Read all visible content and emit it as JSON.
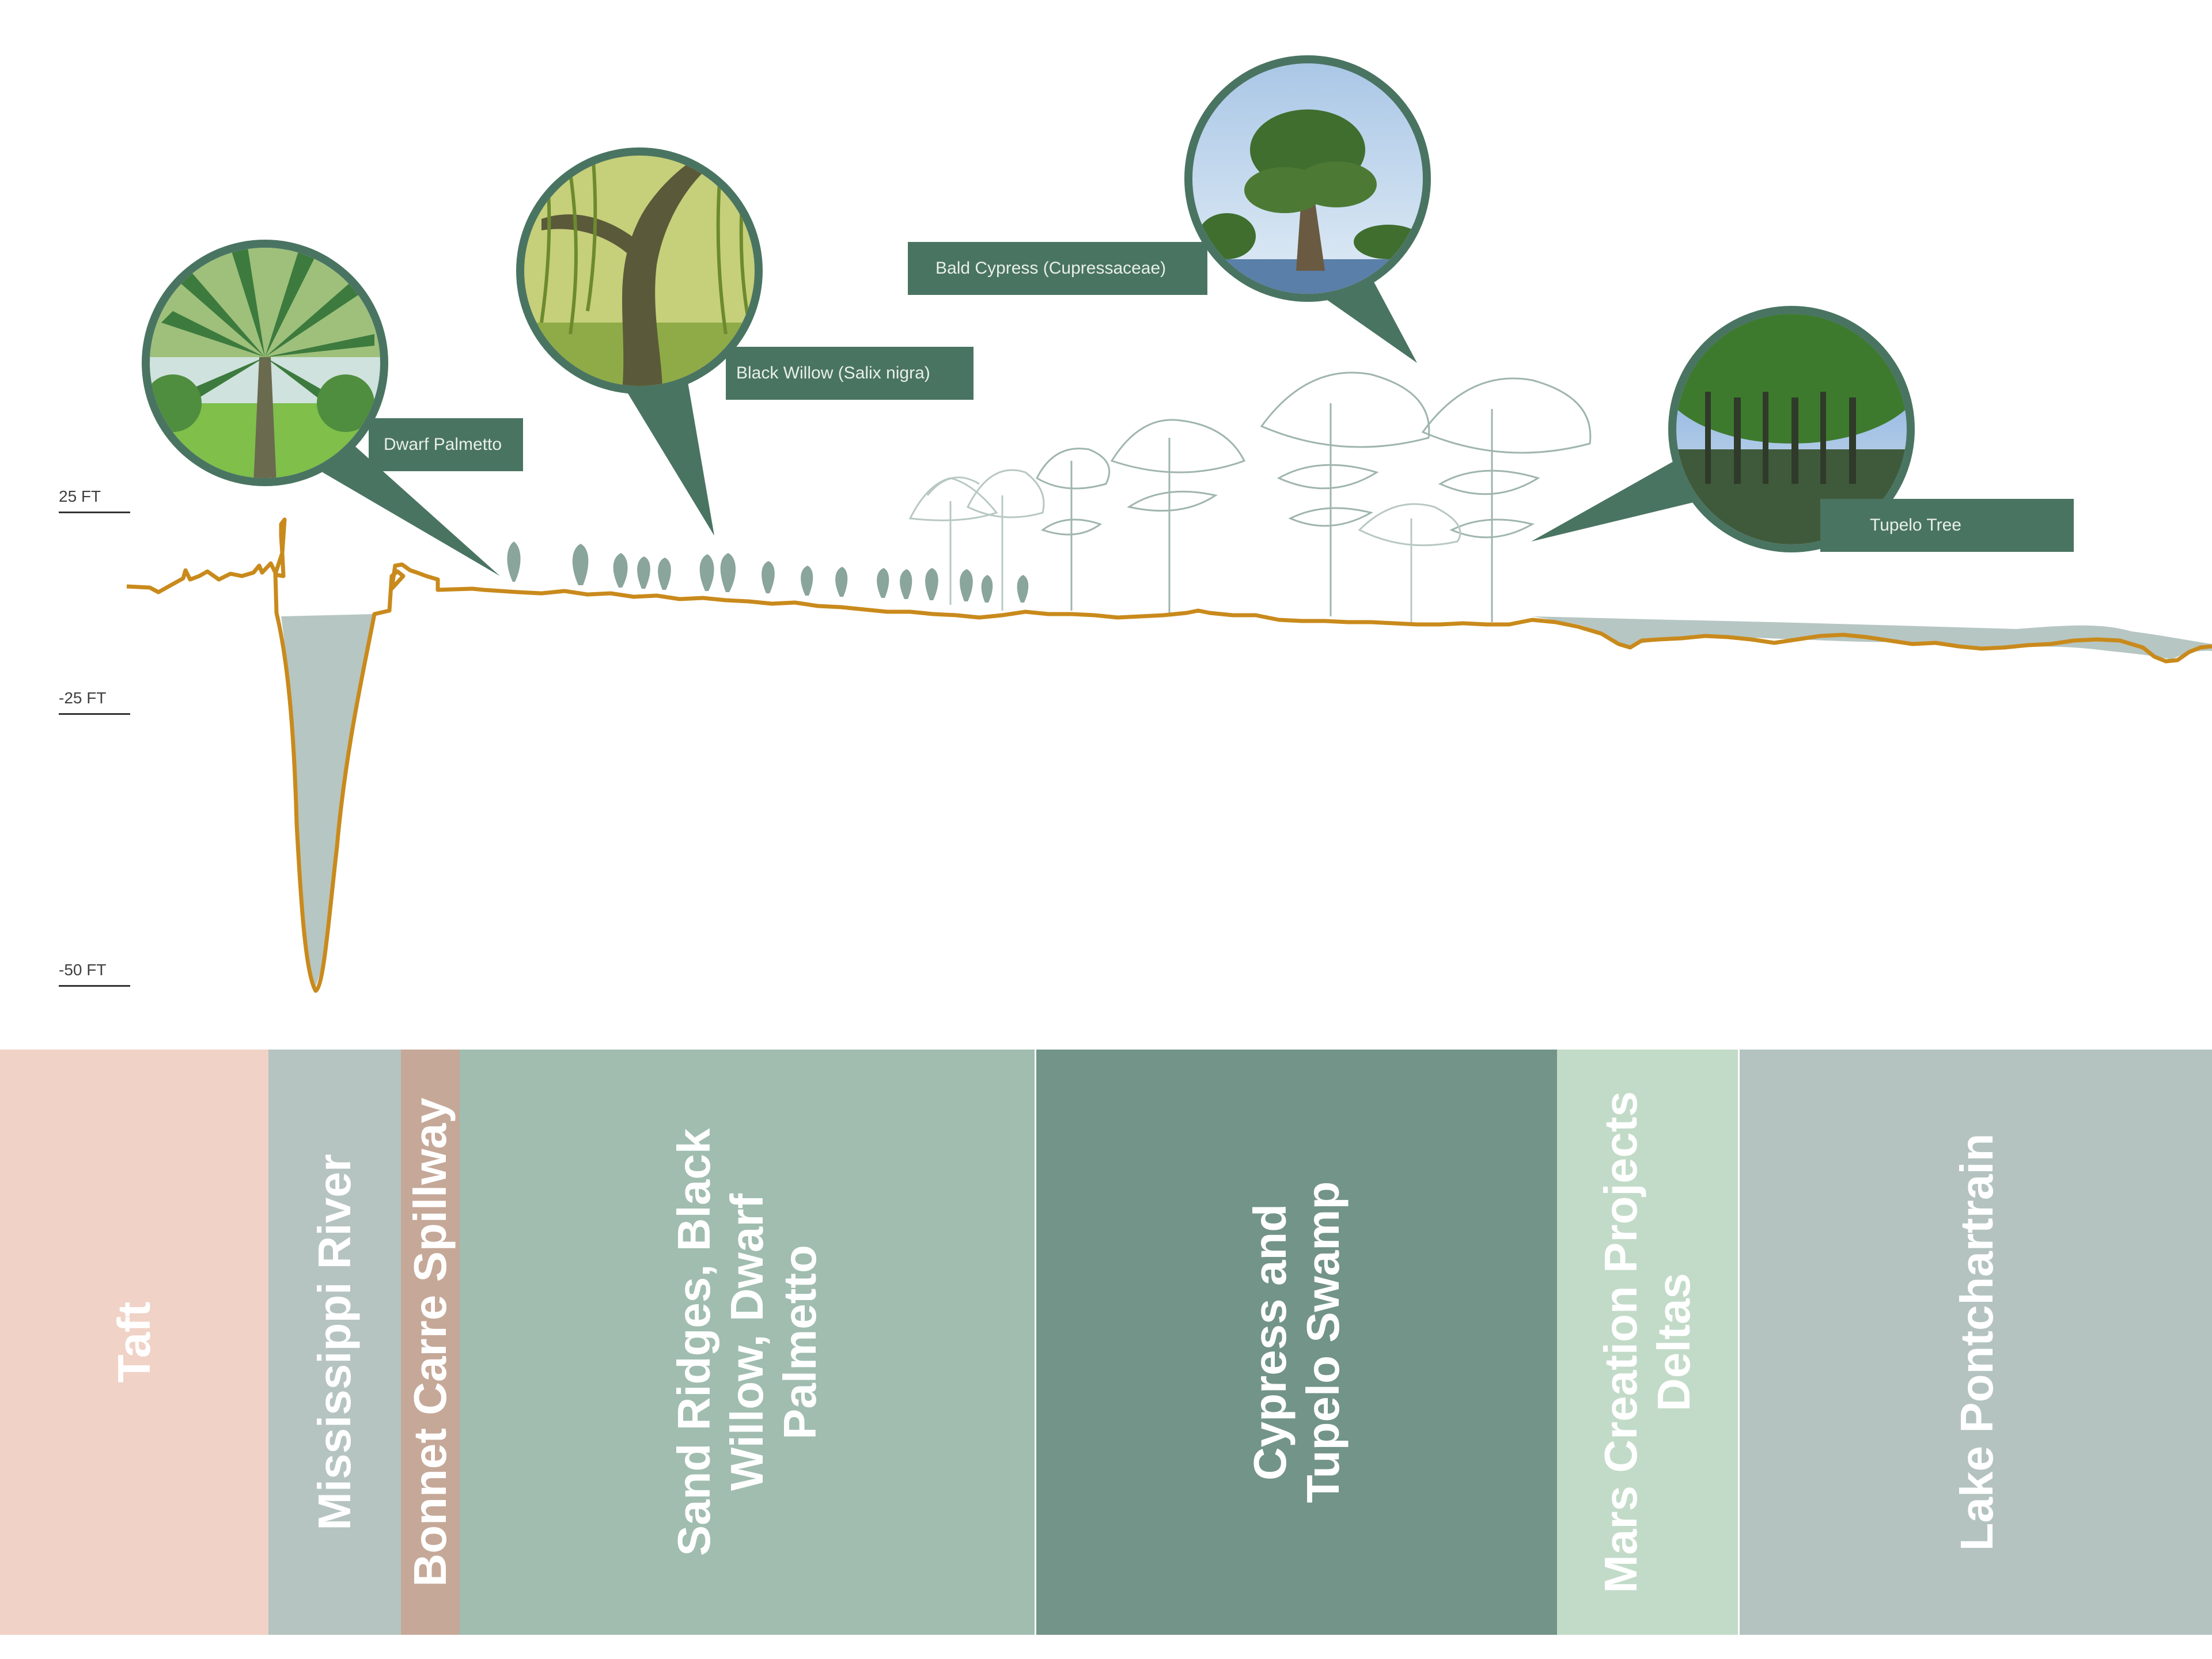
{
  "scale": {
    "top": "25 FT",
    "mid": "-25 FT",
    "bottom": "-50 FT"
  },
  "callouts": {
    "dwarf_palmetto": "Dwarf Palmetto",
    "black_willow": "Black Willow  (Salix nigra)",
    "bald_cypress": "Bald Cypress (Cupressaceae)",
    "tupelo": "Tupelo Tree"
  },
  "zones": [
    {
      "id": "taft",
      "label": "Taft",
      "color": "#f0d2c6"
    },
    {
      "id": "mississippi",
      "label": "Mississippi River",
      "color": "#b6c4c1"
    },
    {
      "id": "bonnet",
      "label": "Bonnet Carre Spillway",
      "color": "#c5a898"
    },
    {
      "id": "sand",
      "label": "Sand Ridges, Black\nWillow, Dwarf\nPalmetto",
      "color": "#a0bdb0"
    },
    {
      "id": "cypress",
      "label": "Cypress and\nTupelo  Swamp",
      "color": "#739488"
    },
    {
      "id": "mars",
      "label": "Mars Creation Projects\nDeltas",
      "color": "#c2dbc8"
    },
    {
      "id": "lake",
      "label": "Lake Pontchartrain",
      "color": "#b4c3c0"
    }
  ],
  "colors": {
    "ground_line": "#c98a1c",
    "water": "#b6c6c3",
    "callout_bg": "#4a7462",
    "tree_sketch": "#b8c8c2",
    "willow": "#8aa59b"
  },
  "icons": {
    "dwarf_palmetto_photo": "palm-photo-icon",
    "black_willow_photo": "willow-photo-icon",
    "bald_cypress_photo": "cypress-photo-icon",
    "tupelo_photo": "tupelo-photo-icon"
  }
}
